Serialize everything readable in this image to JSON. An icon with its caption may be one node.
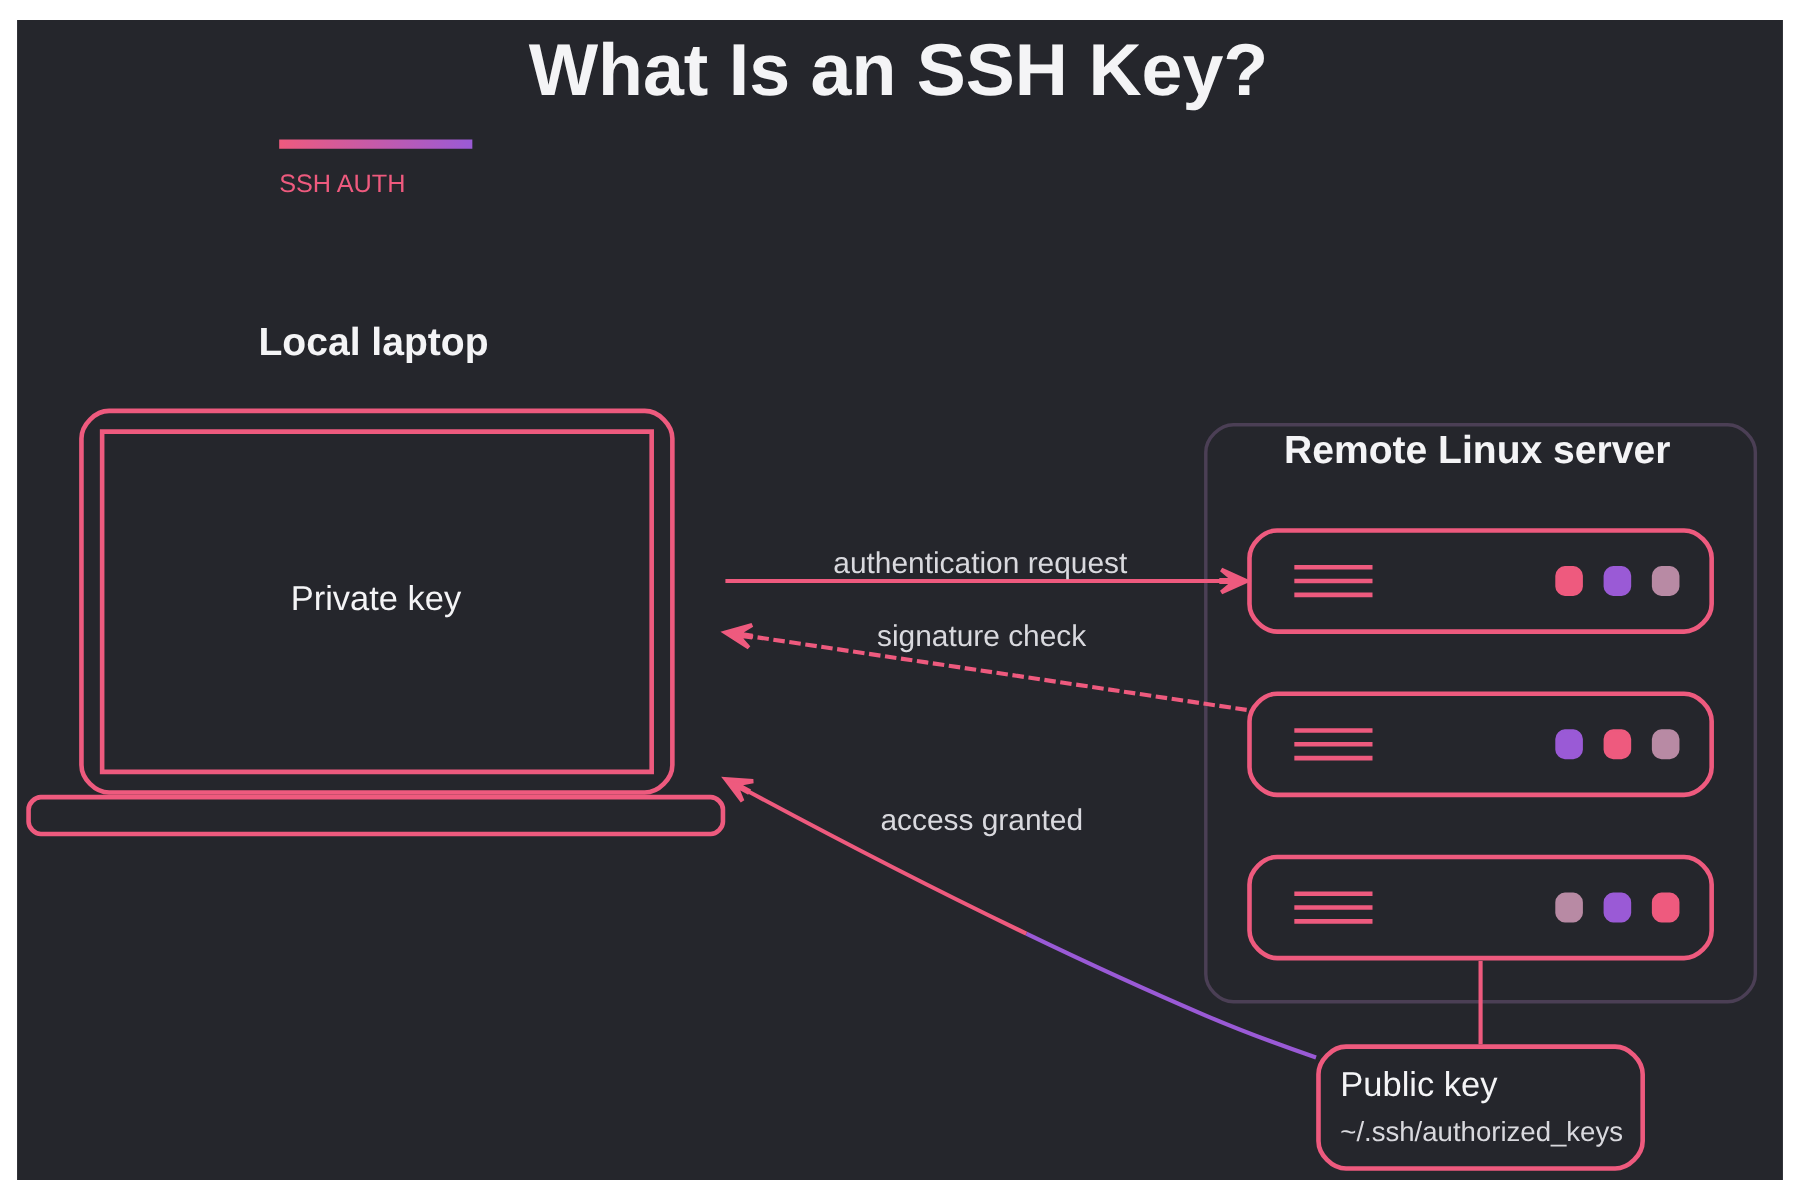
{
  "diagram": {
    "title": "What Is an SSH Key?",
    "nodes": [
      {
        "text": [
          "Local laptop",
          "Private key"
        ]
      },
      {
        "text": [
          "Remote Linux server"
        ]
      },
      {
        "text": [],
        "shape": "box",
        "in": 1
      },
      {
        "text": [],
        "shape": "box",
        "in": 1
      },
      {
        "text": [],
        "shape": "box",
        "in": 1
      },
      {
        "text": [
          "Public key",
          "~/.ssh/authorized_keys"
        ]
      }
    ],
    "edges": [
      {
        "from": 0,
        "to": 2,
        "arrow": "to",
        "label": "authentication request"
      },
      {
        "from": 3,
        "to": 0,
        "arrow": "to",
        "label": "signature check",
        "style": "dashed"
      },
      {
        "from": 5,
        "to": 0,
        "arrow": "to",
        "label": "access granted",
        "color": "#9a5ad6"
      },
      {
        "from": 4,
        "to": 5,
        "arrow": "none"
      }
    ],
    "labels": [
      "SSH AUTH"
    ]
  }
}
